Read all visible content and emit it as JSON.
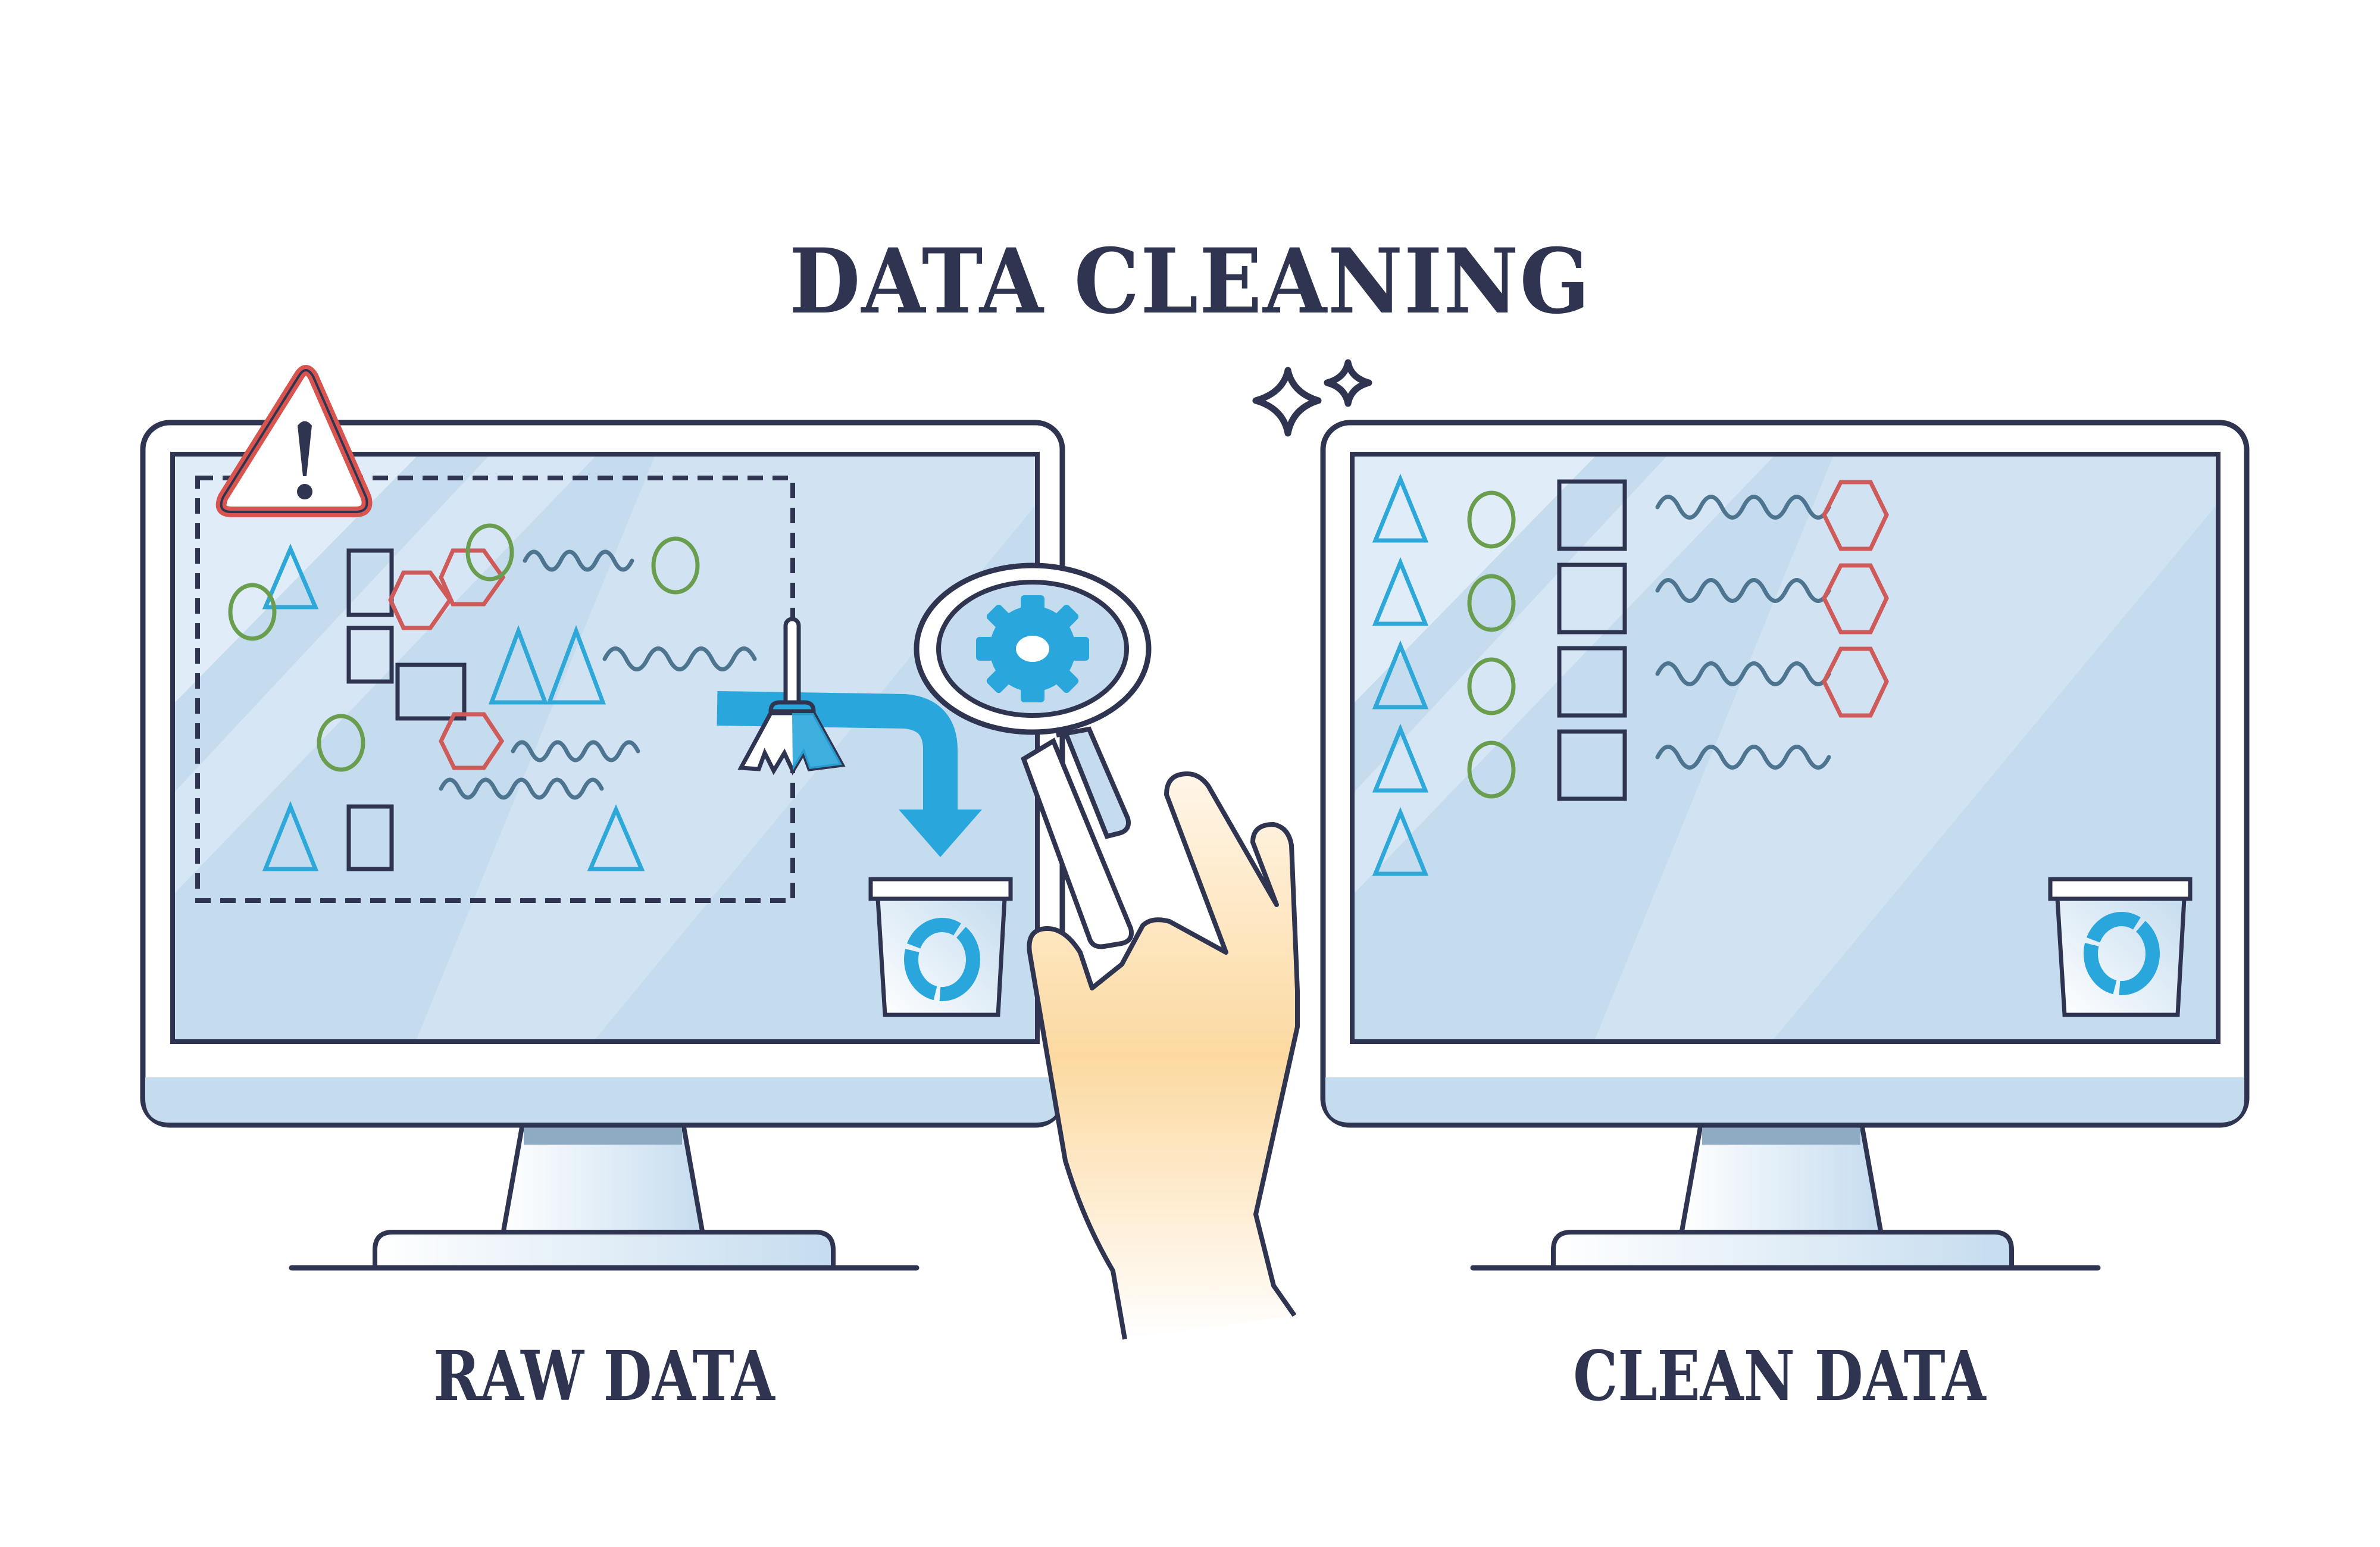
{
  "title": "DATA CLEANING",
  "panels": {
    "raw": {
      "label": "RAW DATA",
      "state": "unorganized, mixed shapes inside dashed selection",
      "warning_icon": "warning-triangle-icon"
    },
    "clean": {
      "label": "CLEAN DATA",
      "state": "shapes sorted into columns",
      "sparkle_icon": "sparkle-icon"
    }
  },
  "process": {
    "tools": [
      "broom-icon",
      "magnifying-glass-icon",
      "gear-icon",
      "recycle-bin-icon",
      "hand-icon"
    ],
    "arrow": "down-arrow-icon"
  },
  "colors": {
    "outline": "#2f3450",
    "screen": "#c5dcef",
    "accent_blue": "#29a6dc",
    "triangle": "#2ea8d8",
    "circle": "#6a9e4f",
    "hexagon": "#cf5a5a",
    "wave": "#4d7590",
    "warning_red": "#d9534f",
    "hand": "#fcd9a0"
  }
}
